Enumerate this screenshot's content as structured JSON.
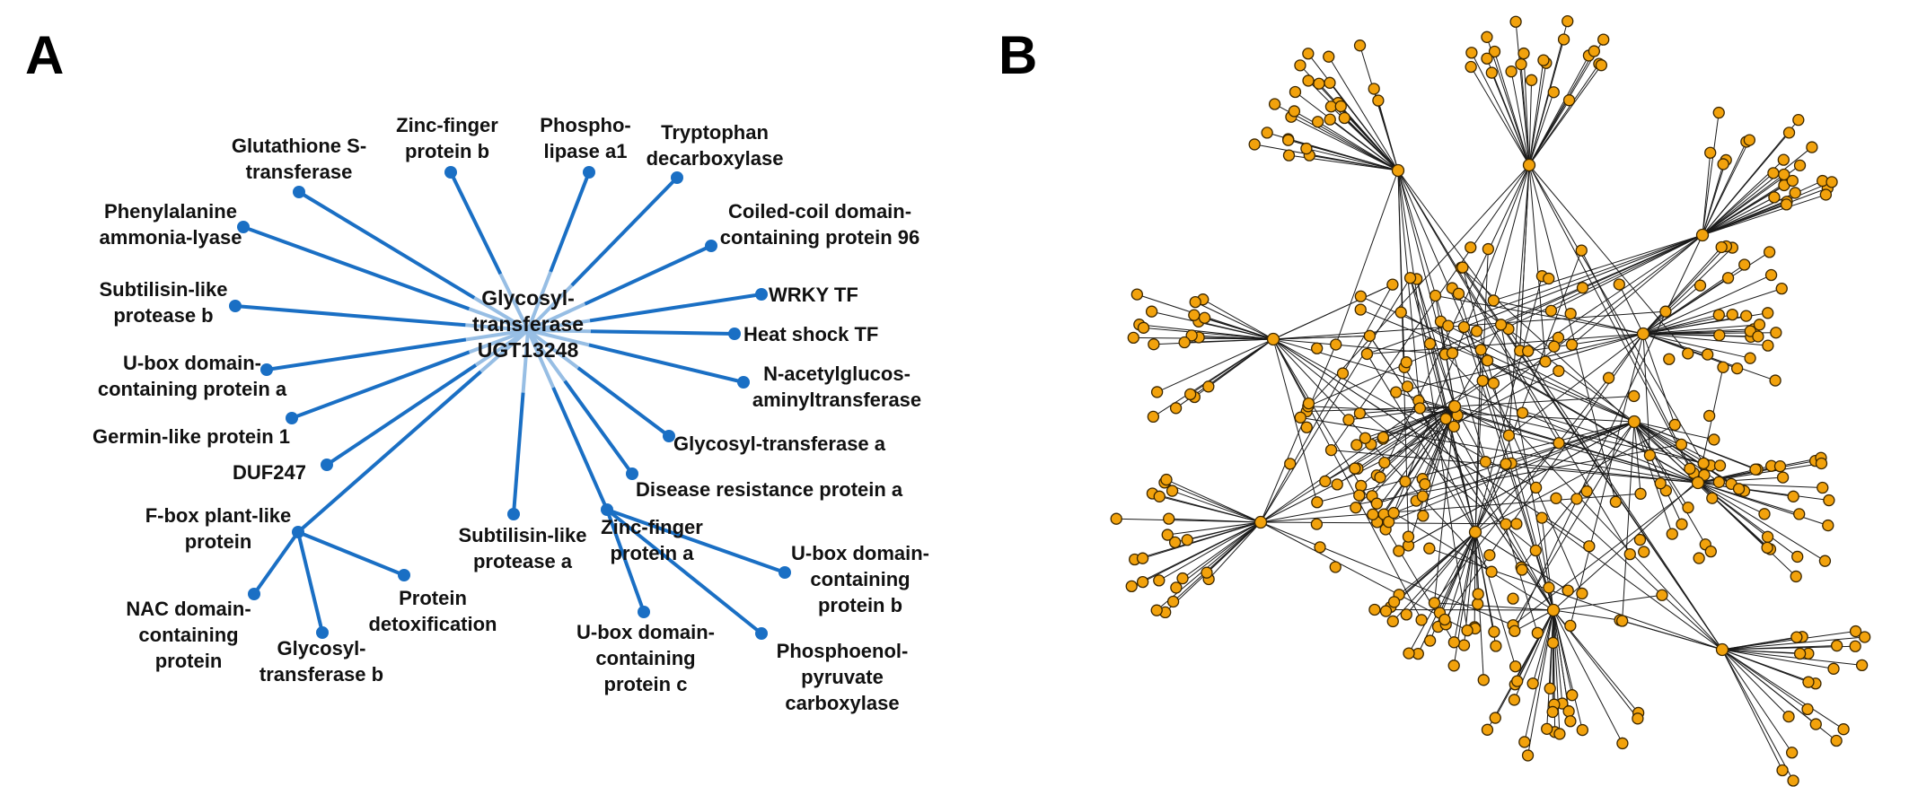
{
  "panels": {
    "a": {
      "letter": "A"
    },
    "b": {
      "letter": "B"
    }
  },
  "colors": {
    "edge_a": "#1a6fc4",
    "node_a": "#1a6fc4",
    "node_b": "#f2a20c",
    "edge_b": "#1a1a1a"
  },
  "network_a": {
    "hub": {
      "id": "hub",
      "lines": [
        "Glycosyl-",
        "transferase",
        "UGT13248"
      ]
    },
    "nodes": [
      {
        "id": "glutathione",
        "lines": [
          "Glutathione S-",
          "transferase"
        ]
      },
      {
        "id": "zincfinger_b",
        "lines": [
          "Zinc-finger",
          "protein b"
        ]
      },
      {
        "id": "phospholipase",
        "lines": [
          "Phospho-",
          "lipase a1"
        ]
      },
      {
        "id": "tryptophan",
        "lines": [
          "Tryptophan",
          "decarboxylase"
        ]
      },
      {
        "id": "coiledcoil",
        "lines": [
          "Coiled-coil domain-",
          "containing protein 96"
        ]
      },
      {
        "id": "wrky",
        "lines": [
          "WRKY TF"
        ]
      },
      {
        "id": "heatshock",
        "lines": [
          "Heat shock TF"
        ]
      },
      {
        "id": "nacetyl",
        "lines": [
          "N-acetylglucos-",
          "aminyltransferase"
        ]
      },
      {
        "id": "glycosyl_a",
        "lines": [
          "Glycosyl-transferase a"
        ]
      },
      {
        "id": "disease",
        "lines": [
          "Disease resistance protein a"
        ]
      },
      {
        "id": "zincfinger_a",
        "lines": [
          "Zinc-finger",
          "protein a"
        ]
      },
      {
        "id": "ubox_b",
        "lines": [
          "U-box domain-",
          "containing",
          "protein b"
        ]
      },
      {
        "id": "pep",
        "lines": [
          "Phosphoenol-",
          "pyruvate",
          "carboxylase"
        ]
      },
      {
        "id": "ubox_c",
        "lines": [
          "U-box domain-",
          "containing",
          "protein c"
        ]
      },
      {
        "id": "subtilisin_a",
        "lines": [
          "Subtilisin-like",
          "protease a"
        ]
      },
      {
        "id": "detox",
        "lines": [
          "Protein",
          "detoxification"
        ]
      },
      {
        "id": "fbox",
        "lines": [
          "F-box plant-like",
          "protein"
        ]
      },
      {
        "id": "nac",
        "lines": [
          "NAC domain-",
          "containing",
          "protein"
        ]
      },
      {
        "id": "glycosyl_b",
        "lines": [
          "Glycosyl-",
          "transferase b"
        ]
      },
      {
        "id": "duf247",
        "lines": [
          "DUF247"
        ]
      },
      {
        "id": "germin",
        "lines": [
          "Germin-like protein 1"
        ]
      },
      {
        "id": "ubox_a",
        "lines": [
          "U-box domain-",
          "containing protein a"
        ]
      },
      {
        "id": "subtilisin_b",
        "lines": [
          "Subtilisin-like",
          "protease b"
        ]
      },
      {
        "id": "phenylalanine",
        "lines": [
          "Phenylalanine",
          "ammonia-lyase"
        ]
      }
    ],
    "edges": [
      [
        "hub",
        "glutathione"
      ],
      [
        "hub",
        "zincfinger_b"
      ],
      [
        "hub",
        "phospholipase"
      ],
      [
        "hub",
        "tryptophan"
      ],
      [
        "hub",
        "coiledcoil"
      ],
      [
        "hub",
        "wrky"
      ],
      [
        "hub",
        "heatshock"
      ],
      [
        "hub",
        "nacetyl"
      ],
      [
        "hub",
        "glycosyl_a"
      ],
      [
        "hub",
        "disease"
      ],
      [
        "hub",
        "zincfinger_a"
      ],
      [
        "hub",
        "subtilisin_a"
      ],
      [
        "hub",
        "fbox"
      ],
      [
        "hub",
        "duf247"
      ],
      [
        "hub",
        "germin"
      ],
      [
        "hub",
        "ubox_a"
      ],
      [
        "hub",
        "subtilisin_b"
      ],
      [
        "hub",
        "phenylalanine"
      ],
      [
        "zincfinger_a",
        "ubox_b"
      ],
      [
        "zincfinger_a",
        "pep"
      ],
      [
        "zincfinger_a",
        "ubox_c"
      ],
      [
        "fbox",
        "nac"
      ],
      [
        "fbox",
        "glycosyl_b"
      ],
      [
        "fbox",
        "detox"
      ]
    ]
  },
  "network_b": {
    "hub_count": 12,
    "leaf_counts": [
      22,
      24,
      26,
      20,
      22,
      18,
      20,
      22,
      24,
      18,
      24,
      16
    ],
    "inner_count": 140,
    "cross_edge_count": 160
  }
}
